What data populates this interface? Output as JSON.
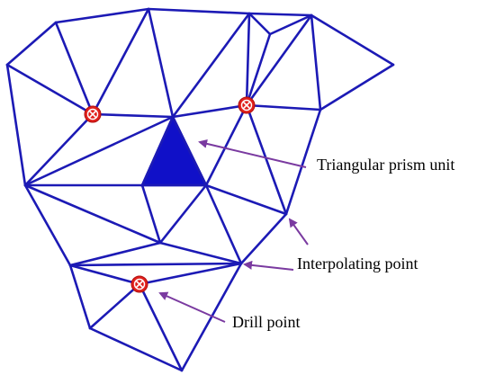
{
  "diagram": {
    "colors": {
      "mesh": "#1c1ab5",
      "filled_triangle": "#1010c8",
      "drill_point": "#e0201c",
      "arrow": "#7a3aa0",
      "text": "#000000"
    },
    "annotations": [
      {
        "id": "prism",
        "text": "Triangular prism unit"
      },
      {
        "id": "interp",
        "text": "Interpolating point"
      },
      {
        "id": "drill",
        "text": "Drill point"
      }
    ],
    "drill_point_count": 3,
    "marker_icon": "circled-x-icon"
  }
}
